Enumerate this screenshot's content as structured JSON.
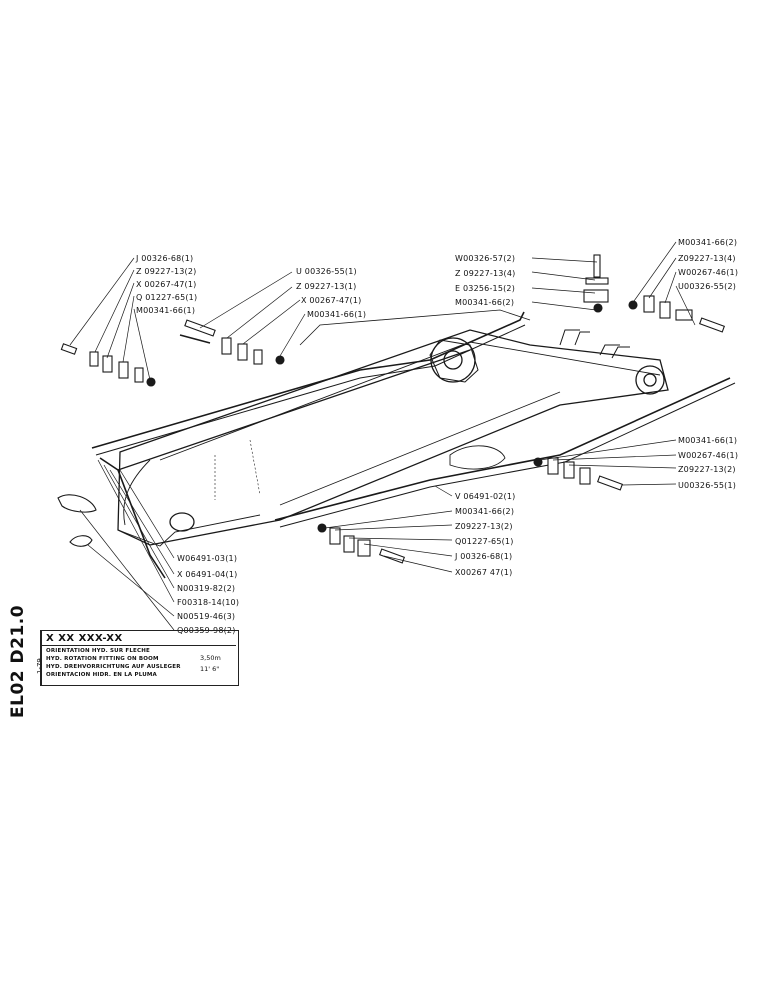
{
  "document": {
    "side_code": "EL02 D21.0",
    "side_date": "1-79",
    "title_code": "X XX XXX-XX",
    "title_lines": [
      "ORIENTATION HYD. SUR FLECHE",
      "HYD. ROTATION FITTING ON BOOM",
      "HYD. DREHVORRICHTUNG AUF AUSLEGER",
      "ORIENTACION HIDR. EN LA PLUMA"
    ],
    "spec_metric": "3,50m",
    "spec_imperial": "11' 6\""
  },
  "labels": {
    "left_top": [
      "J 00326-68(1)",
      "Z 09227-13(2)",
      "X 00267-47(1)",
      "Q 01227-65(1)",
      "M00341-66(1)"
    ],
    "mid_top": [
      "U 00326-55(1)",
      "Z 09227-13(1)",
      "X 00267-47(1)",
      "M00341-66(1)"
    ],
    "right_top_a": [
      "W00326-57(2)",
      "Z 09227-13(4)",
      "E 03256-15(2)",
      "M00341-66(2)"
    ],
    "right_top_b": [
      "M00341-66(2)",
      "Z09227-13(4)",
      "W00267-46(1)",
      "U00326-55(2)"
    ],
    "right_mid": [
      "M00341-66(1)",
      "W00267-46(1)",
      "Z09227-13(2)",
      "U00326-55(1)"
    ],
    "center_bottom": [
      "V 06491-02(1)",
      "M00341-66(2)",
      "Z09227-13(2)",
      "Q01227-65(1)",
      "J 00326-68(1)",
      "X00267 47(1)"
    ],
    "left_bottom": [
      "W06491-03(1)",
      "X 06491-04(1)",
      "N00319-82(2)",
      "F00318-14(10)",
      "N00519-46(3)",
      "Q00359-98(2)"
    ]
  }
}
